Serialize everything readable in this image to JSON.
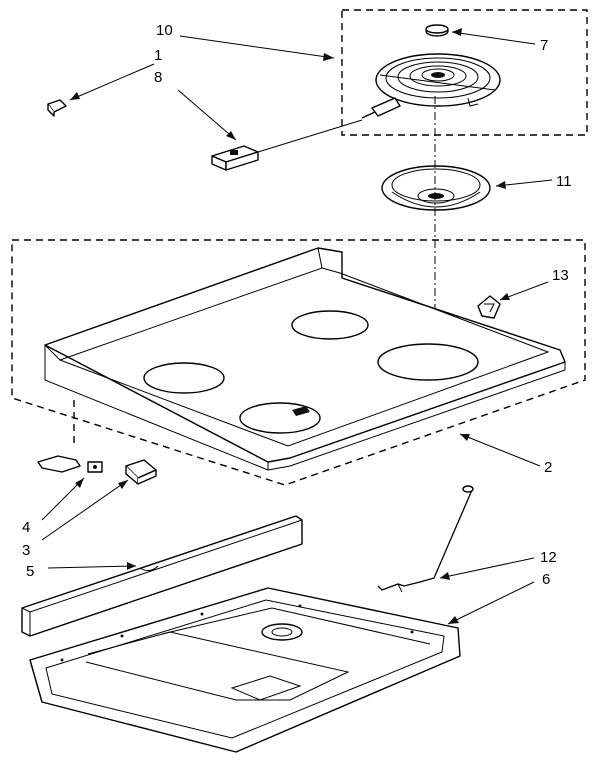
{
  "labels": {
    "p1": "1",
    "p2": "2",
    "p3": "3",
    "p4": "4",
    "p5": "5",
    "p6": "6",
    "p7": "7",
    "p8": "8",
    "p10": "10",
    "p11": "11",
    "p12": "12",
    "p13": "13"
  },
  "colors": {
    "ink": "#000000",
    "paper": "#ffffff"
  }
}
